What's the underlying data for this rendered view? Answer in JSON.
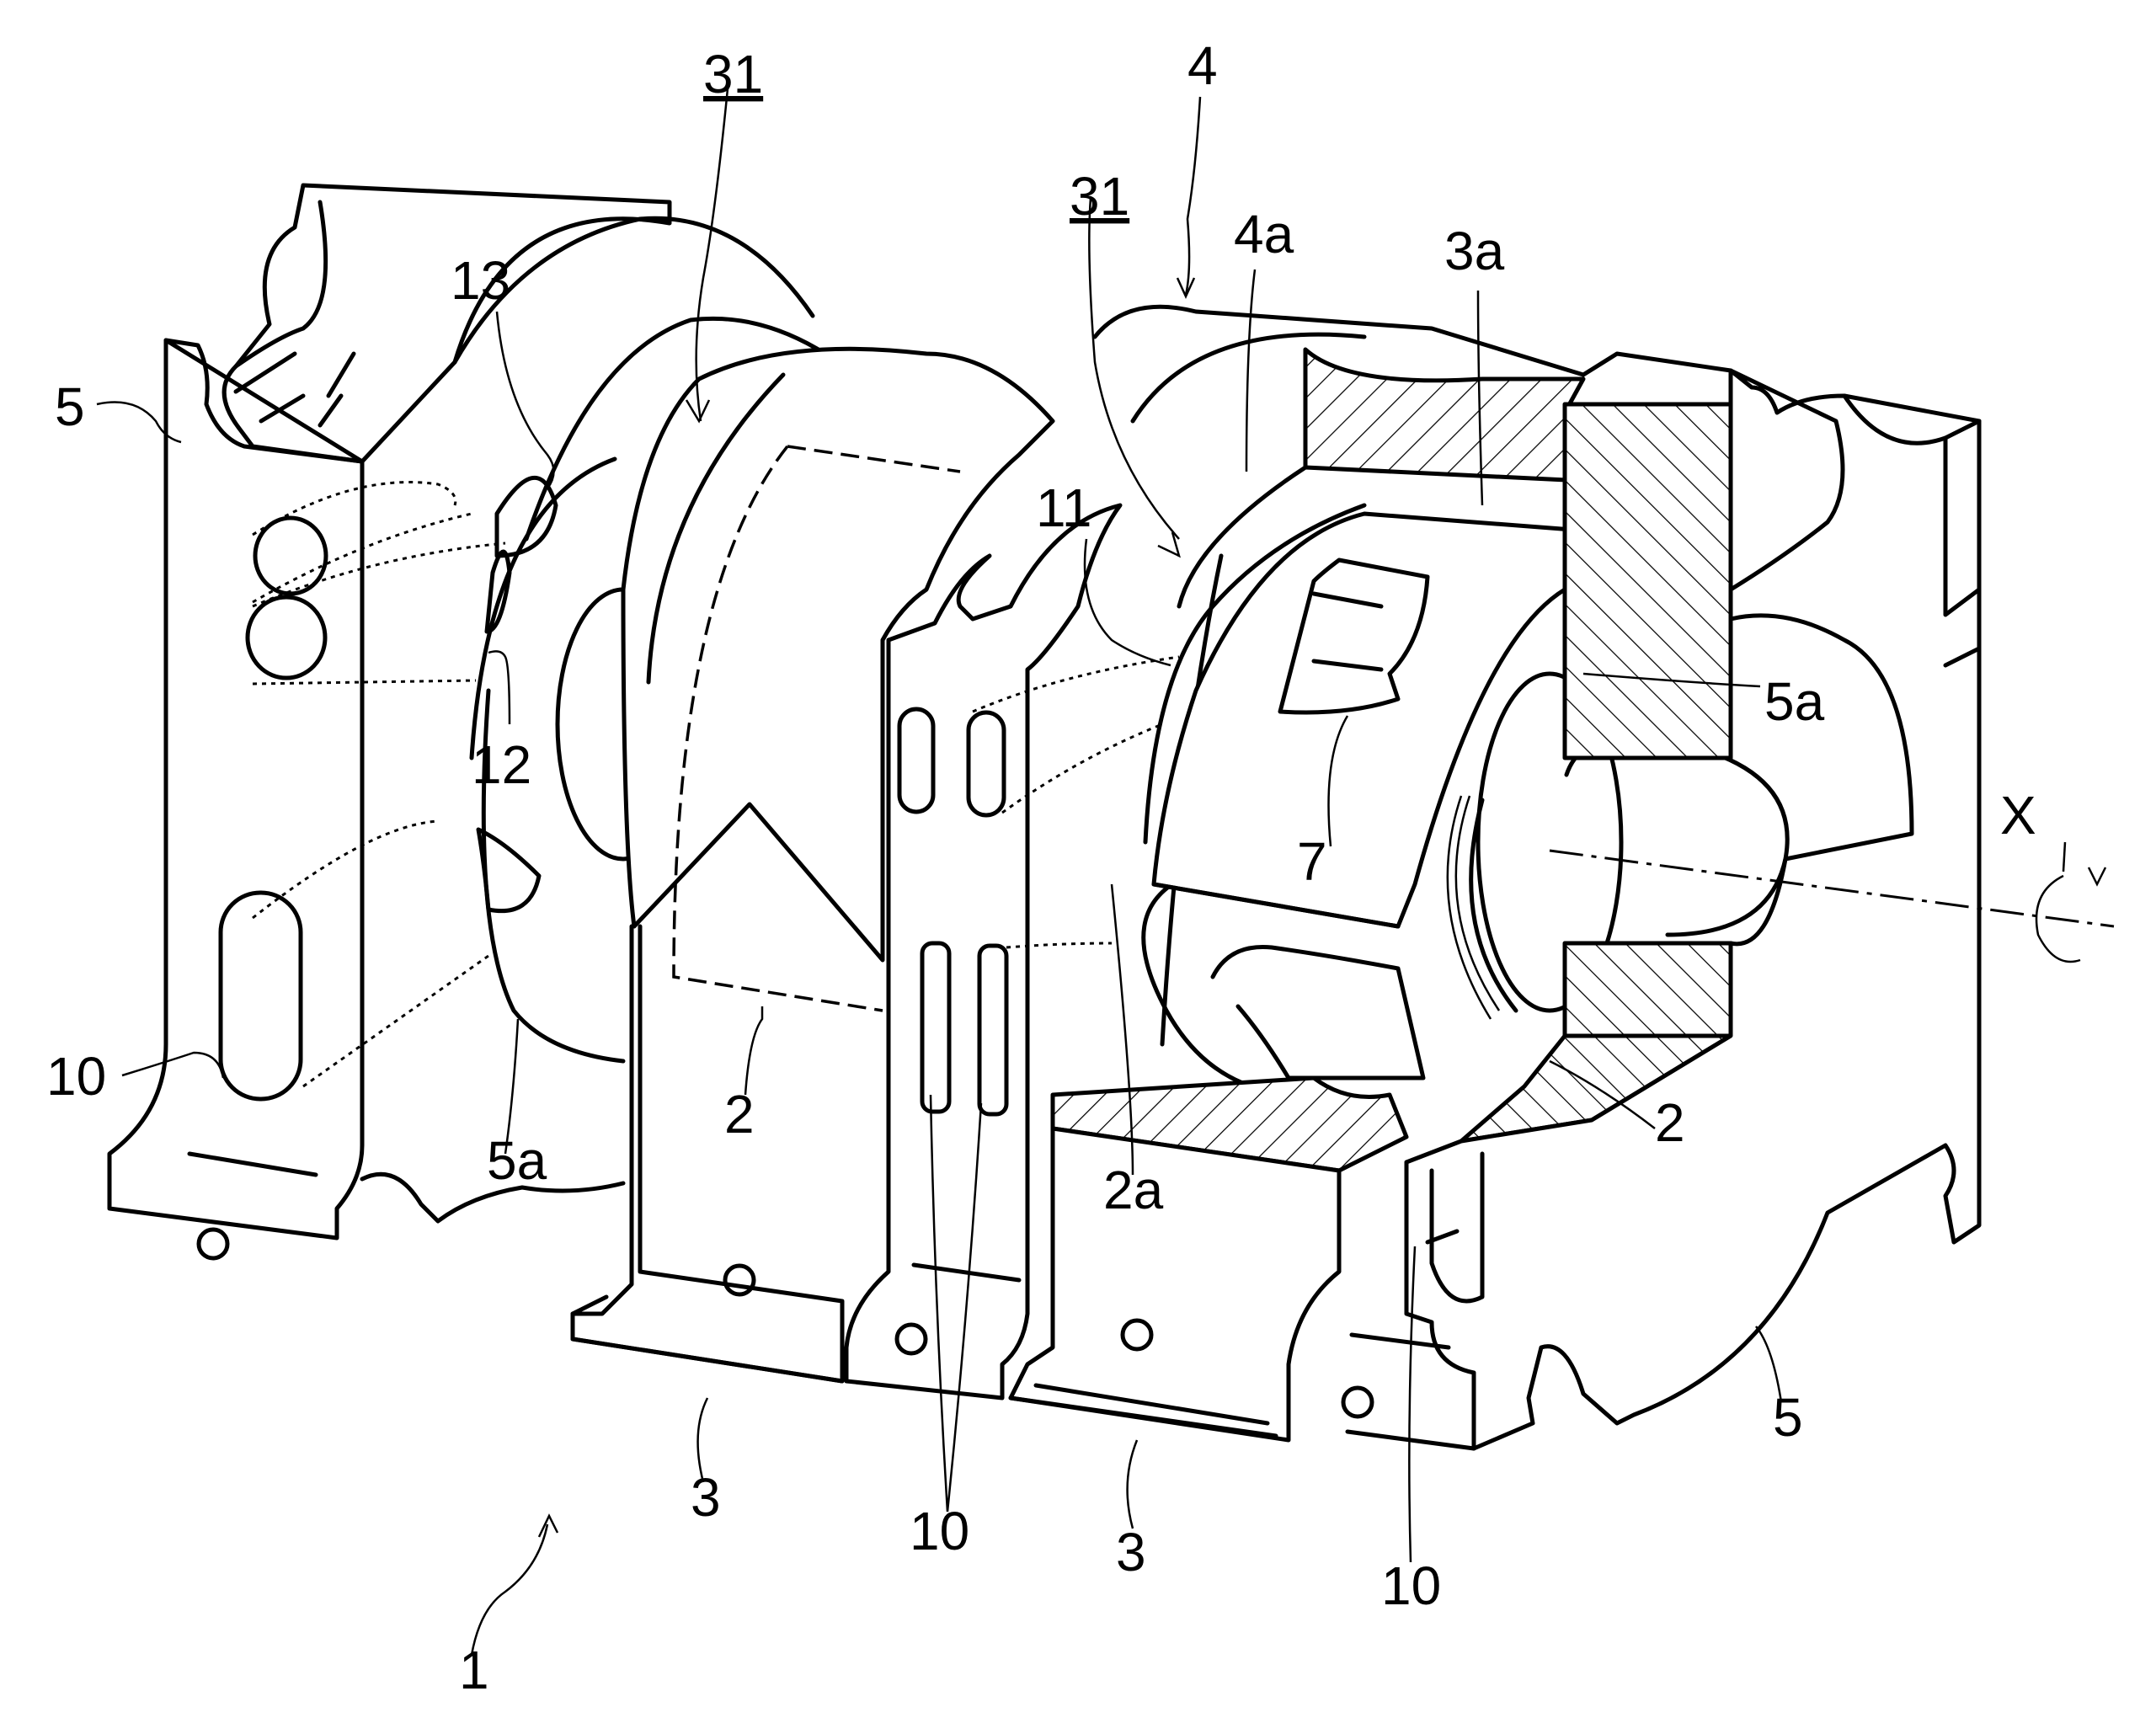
{
  "figure": {
    "labels": {
      "device": "1",
      "housing_cavity_1": "31",
      "housing_cavity_2": "31",
      "rotor_housing": "4",
      "inner_surface": "4a",
      "chamber_edge": "3a",
      "side_housing_left": "5",
      "side_housing_right": "5",
      "side_face_left": "5a",
      "side_face_right": "5a",
      "rotor_left": "2",
      "rotor_right": "2",
      "rotor_face": "2a",
      "flank_left": "3",
      "flank_right": "3",
      "port_left": "10",
      "port_center": "10",
      "port_right": "10",
      "passage_11": "11",
      "passage_12": "12",
      "passage_13": "13",
      "apex_seal": "7",
      "axis": "X"
    }
  }
}
